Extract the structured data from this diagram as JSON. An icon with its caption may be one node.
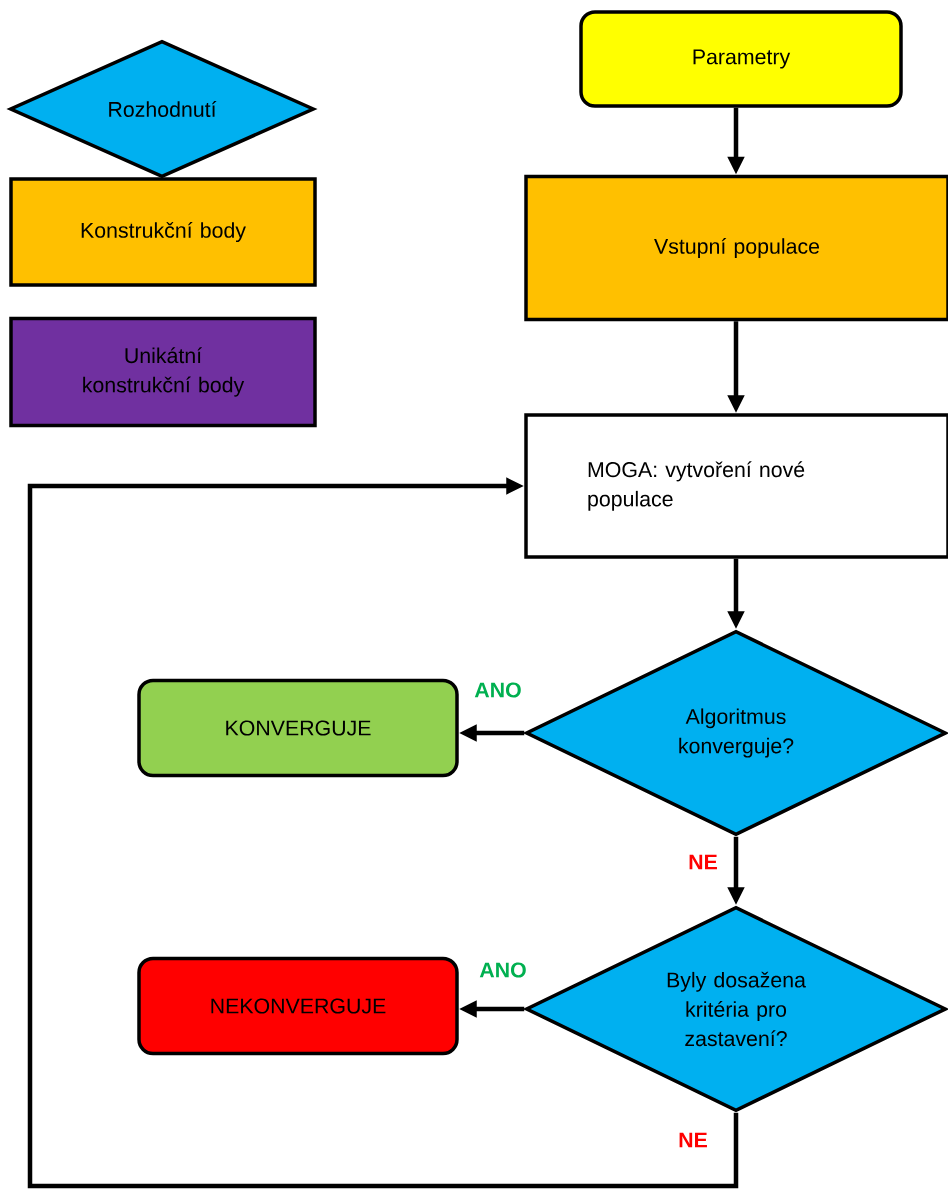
{
  "diagram": {
    "nodes": [
      {
        "text": [
          "Rozhodnutí"
        ]
      },
      {
        "text": [
          "Konstrukční body"
        ]
      },
      {
        "text": [
          "Unikátní konstrukční body"
        ]
      },
      {
        "text": [
          "Parametry"
        ]
      },
      {
        "text": [
          "Vstupní populace"
        ]
      },
      {
        "text": [
          "MOGA: vytvoření nové populace"
        ]
      },
      {
        "text": [
          "Algoritmus konverguje?"
        ]
      },
      {
        "text": [
          "KONVERGUJE"
        ]
      },
      {
        "text": [
          "Byly dosažena kritéria pro zastavení?"
        ]
      },
      {
        "text": [
          "NEKONVERGUJE"
        ]
      }
    ],
    "edges": [
      {
        "from": 3,
        "to": 4,
        "arrow": "to"
      },
      {
        "from": 4,
        "to": 5,
        "arrow": "to"
      },
      {
        "from": 5,
        "to": 6,
        "arrow": "to"
      },
      {
        "from": 6,
        "to": 7,
        "arrow": "to",
        "label": "ANO"
      },
      {
        "from": 6,
        "to": 8,
        "arrow": "to",
        "label": "NE"
      },
      {
        "from": 8,
        "to": 9,
        "arrow": "to",
        "label": "ANO"
      },
      {
        "from": 8,
        "to": 5,
        "arrow": "to",
        "label": "NE"
      }
    ]
  }
}
